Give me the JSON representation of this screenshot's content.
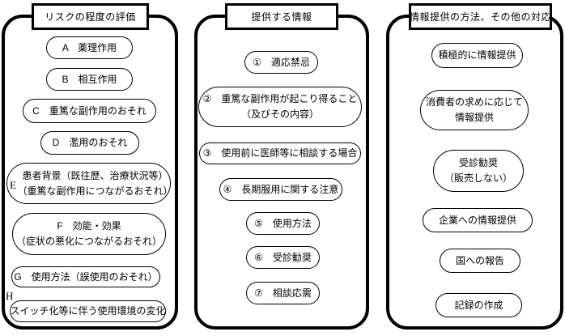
{
  "diagram": {
    "title_implicit": "",
    "stroke_color": "#000000",
    "background_color": "#ffffff",
    "columns": [
      {
        "id": "risk-assessment",
        "header": "リスクの程度の評価",
        "items": [
          {
            "label": "A",
            "lines": [
              "A　薬理作用"
            ]
          },
          {
            "label": "B",
            "lines": [
              "B　相互作用"
            ]
          },
          {
            "label": "C",
            "lines": [
              "C　重篤な副作用のおそれ"
            ]
          },
          {
            "label": "D",
            "lines": [
              "D　濫用のおそれ"
            ]
          },
          {
            "label": "E",
            "outside_letter": "E",
            "lines": [
              "患者背景（既往歴、治療状況等）",
              "（重篤な副作用につながるおそれ）"
            ]
          },
          {
            "label": "F",
            "lines": [
              "F　効能・効果",
              "（症状の悪化につながるおそれ）"
            ]
          },
          {
            "label": "G",
            "lines": [
              "G　使用方法（誤使用のおそれ）"
            ]
          },
          {
            "label": "H",
            "outside_letter": "H",
            "lines": [
              "スイッチ化等に伴う使用環境の変化"
            ]
          }
        ]
      },
      {
        "id": "information-provided",
        "header": "提供する情報",
        "items": [
          {
            "label": "①",
            "lines": [
              "①　適応禁忌"
            ]
          },
          {
            "label": "②",
            "lines": [
              "②　重篤な副作用が起こり得ること",
              "（及びその内容）"
            ]
          },
          {
            "label": "③",
            "lines": [
              "③　使用前に医師等に相談する場合"
            ]
          },
          {
            "label": "④",
            "lines": [
              "④　長期服用に関する注意"
            ]
          },
          {
            "label": "⑤",
            "lines": [
              "⑤　使用方法"
            ]
          },
          {
            "label": "⑥",
            "lines": [
              "⑥　受診勧奨"
            ]
          },
          {
            "label": "⑦",
            "lines": [
              "⑦　相談応需"
            ]
          }
        ]
      },
      {
        "id": "provision-method",
        "header": "情報提供の方法、その他の対応",
        "items": [
          {
            "lines": [
              "積極的に情報提供"
            ]
          },
          {
            "lines": [
              "消費者の求めに応じて",
              "情報提供"
            ]
          },
          {
            "lines": [
              "受診勧奨",
              "（販売しない）"
            ]
          },
          {
            "lines": [
              "企業への情報提供"
            ]
          },
          {
            "lines": [
              "国への報告"
            ]
          },
          {
            "lines": [
              "記録の作成"
            ]
          }
        ]
      }
    ]
  }
}
